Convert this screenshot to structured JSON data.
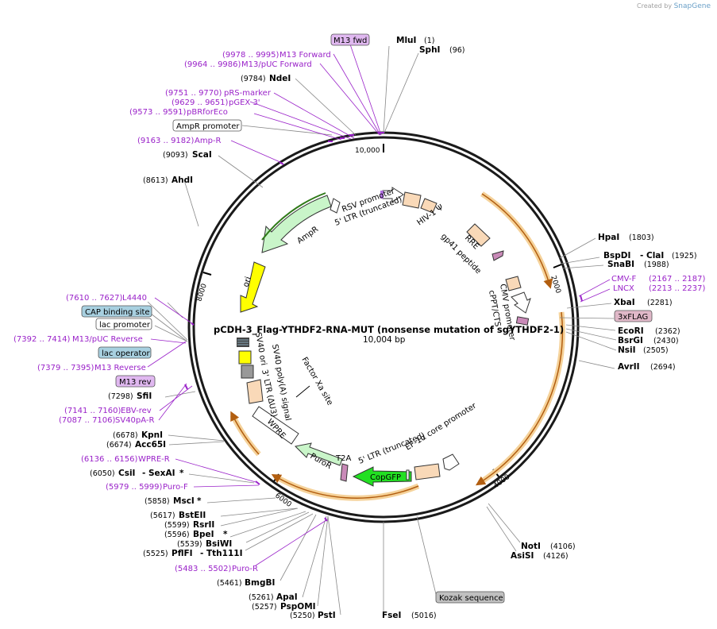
{
  "credit": {
    "prefix": "Created by",
    "brand": "SnapGene"
  },
  "title": "pCDH-3_Flag-YTHDF2-RNA-MUT (nonsense mutation of sgYTHDF2-1)",
  "length_label": "10,004 bp",
  "ruler": {
    "l0": "10,000",
    "l1": "2000",
    "l2": "4000",
    "l3": "6000",
    "l4": "8000"
  },
  "labels": {
    "mlu": {
      "name": "MluI",
      "pos": "(1)"
    },
    "sph": {
      "name": "SphI",
      "pos": "(96)"
    },
    "hpa": {
      "name": "HpaI",
      "pos": "(1803)"
    },
    "bspd": {
      "name": "BspDI",
      "sep": "-",
      "name2": "ClaI",
      "pos": "(1925)"
    },
    "snab": {
      "name": "SnaBI",
      "pos": "(1988)"
    },
    "cmvf": {
      "pos": "(2167 .. 2187)",
      "name": "CMV-F"
    },
    "lncx": {
      "pos": "(2213 .. 2237)",
      "name": "LNCX"
    },
    "xba": {
      "name": "XbaI",
      "pos": "(2281)"
    },
    "flag": {
      "name": "3xFLAG"
    },
    "ecor": {
      "name": "EcoRI",
      "pos": "(2362)"
    },
    "bsrg": {
      "name": "BsrGI",
      "pos": "(2430)"
    },
    "nsi": {
      "name": "NsiI",
      "pos": "(2505)"
    },
    "avr": {
      "name": "AvrII",
      "pos": "(2694)"
    },
    "not": {
      "name": "NotI",
      "pos": "(4106)"
    },
    "asis": {
      "name": "AsiSI",
      "pos": "(4126)"
    },
    "kozak": {
      "name": "Kozak sequence"
    },
    "fse": {
      "name": "FseI",
      "pos": "(5016)"
    },
    "pst": {
      "pos": "(5250)",
      "name": "PstI"
    },
    "pspo": {
      "pos": "(5257)",
      "name": "PspOMI"
    },
    "apa": {
      "pos": "(5261)",
      "name": "ApaI"
    },
    "bmgb": {
      "pos": "(5461)",
      "name": "BmgBI"
    },
    "puror": {
      "pos": "(5483 .. 5502)",
      "name": "Puro-R"
    },
    "pflf": {
      "pos": "(5525)",
      "name": "PflFI",
      "sep": "-",
      "name2": "Tth111I"
    },
    "bsiw": {
      "pos": "(5539)",
      "name": "BsiWI"
    },
    "bpei": {
      "pos": "(5596)",
      "name": "BpeI",
      "mark": "*"
    },
    "rsr": {
      "pos": "(5599)",
      "name": "RsrII"
    },
    "bste": {
      "pos": "(5617)",
      "name": "BstEII"
    },
    "msc": {
      "pos": "(5858)",
      "name": "MscI",
      "mark": "*"
    },
    "purof": {
      "pos": "(5979 .. 5999)",
      "name": "Puro-F"
    },
    "csi": {
      "pos": "(6050)",
      "name": "CsiI",
      "sep": "-",
      "name2": "SexAI",
      "mark": "*"
    },
    "wprer": {
      "pos": "(6136 .. 6156)",
      "name": "WPRE-R"
    },
    "acc": {
      "pos": "(6674)",
      "name": "Acc65I"
    },
    "kpn": {
      "pos": "(6678)",
      "name": "KpnI"
    },
    "sv40": {
      "pos": "(7087 .. 7106)",
      "name": "SV40pA-R"
    },
    "ebv": {
      "pos": "(7141 .. 7160)",
      "name": "EBV-rev"
    },
    "sfi": {
      "pos": "(7298)",
      "name": "SfiI"
    },
    "m13rev": {
      "name": "M13 rev"
    },
    "m13r": {
      "pos": "(7379 .. 7395)",
      "name": "M13 Reverse"
    },
    "lacop": {
      "name": "lac operator"
    },
    "m13puc": {
      "pos": "(7392 .. 7414)",
      "name": "M13/pUC Reverse"
    },
    "lacp": {
      "name": "lac promoter"
    },
    "cap": {
      "name": "CAP binding site"
    },
    "l4440": {
      "pos": "(7610 .. 7627)",
      "name": "L4440"
    },
    "ahd": {
      "pos": "(8613)",
      "name": "AhdI"
    },
    "sca": {
      "pos": "(9093)",
      "name": "ScaI"
    },
    "ampr_primer": {
      "pos": "(9163 .. 9182)",
      "name": "Amp-R"
    },
    "amprp": {
      "name": "AmpR promoter"
    },
    "pbr": {
      "pos": "(9573 .. 9591)",
      "name": "pBRforEco"
    },
    "pgex": {
      "pos": "(9629 .. 9651)",
      "name": "pGEX 3'"
    },
    "prs": {
      "pos": "(9751 .. 9770)",
      "name": "pRS-marker"
    },
    "nde": {
      "pos": "(9784)",
      "name": "NdeI"
    },
    "m13puf": {
      "pos": "(9964 .. 9986)",
      "name": "M13/pUC Forward"
    },
    "m13f": {
      "pos": "(9978 .. 9995)",
      "name": "M13 Forward"
    },
    "m13fwd": {
      "name": "M13 fwd"
    }
  },
  "features": {
    "rsv": "RSV promoter",
    "ltr5": "5' LTR (truncated)",
    "hiv": "HIV-1 Ψ",
    "rre": "RRE",
    "gp41": "gp41 peptide",
    "cppt": "cPPT/CTS",
    "cmv": "CMV promoter",
    "ef1a": "EF-1α core promoter",
    "ltr5b": "5' LTR (truncated)",
    "copgfp": "CopGFP",
    "t2a": "T2A",
    "puror": "PuroR",
    "wpre": "WPRE",
    "ltr3": "3' LTR (ΔU3)",
    "fxa": "Factor Xa site",
    "sv40polya": "SV40 poly(A) signal",
    "sv40ori": "SV40 ori",
    "ori": "ori",
    "ampr": "AmpR"
  },
  "colors": {
    "primer": "#9a22c9",
    "orf": "#e8b04a",
    "orf_arrow": "#b25e10",
    "ampr": "#c9f5c9",
    "copgfp": "#22e022",
    "ori": "#ffff00",
    "backbone": "#1a1a1a"
  }
}
